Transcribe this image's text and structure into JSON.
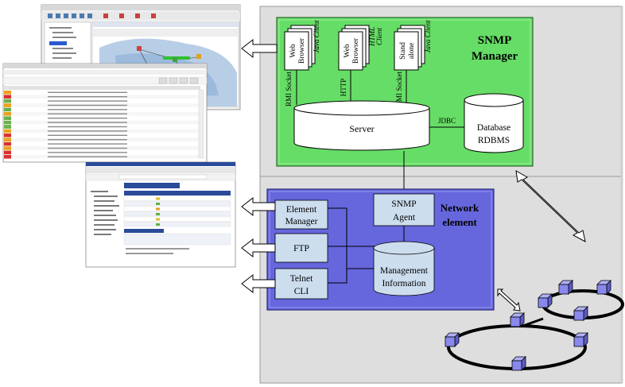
{
  "manager": {
    "title_line1": "SNMP",
    "title_line2": "Manager",
    "clients": [
      {
        "line1": "Web",
        "line2": "Browser",
        "side": "Java Client"
      },
      {
        "line1": "Web",
        "line2": "Browser",
        "side1": "HTML",
        "side2": "Client"
      },
      {
        "line1": "Stand",
        "line2": "alone",
        "side": "Java Client"
      }
    ],
    "protocol_rmi_left": "RMI Socket",
    "protocol_http": "HTTP",
    "protocol_rmi_right": "RMI Socket",
    "server_label": "Server",
    "jdbc_label": "JDBC",
    "database_line1": "Database",
    "database_line2": "RDBMS"
  },
  "network_element": {
    "title_line1": "Network",
    "title_line2": "element",
    "element_manager_line1": "Element",
    "element_manager_line2": "Manager",
    "ftp_label": "FTP",
    "telnet_line1": "Telnet",
    "telnet_line2": "CLI",
    "snmp_agent_line1": "SNMP",
    "snmp_agent_line2": "Agent",
    "mib_line1": "Management",
    "mib_line2": "Information"
  },
  "colors": {
    "manager_green": "#66dd66",
    "network_blue": "#6666dd",
    "light_blue_box": "#ccddee",
    "panel_gray": "#dedede",
    "node_purple": "#8888ee"
  }
}
